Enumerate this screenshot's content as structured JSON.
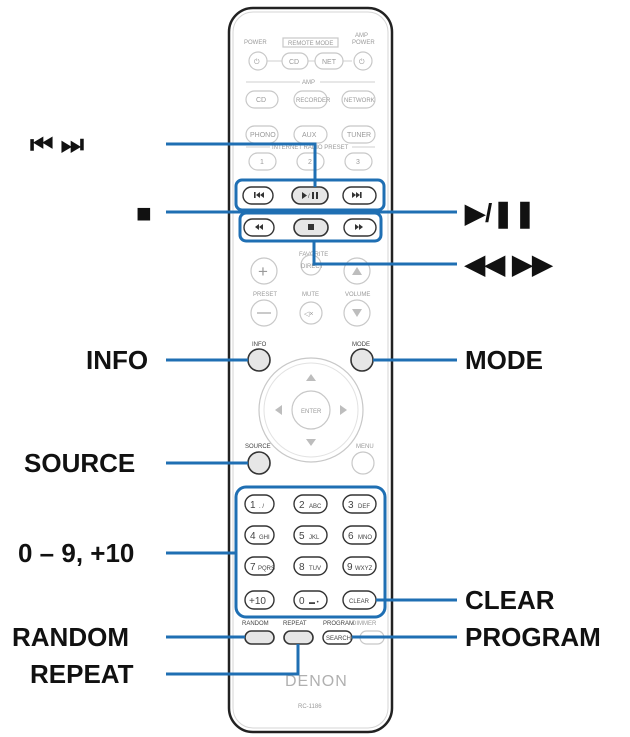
{
  "callouts": {
    "skip": "⏮ ⏭",
    "stop": "■",
    "playpause": "▶/❚❚",
    "search": "◀◀ ▶▶",
    "info": "INFO",
    "mode": "MODE",
    "source": "SOURCE",
    "numbers": "0 – 9, +10",
    "clear": "CLEAR",
    "program": "PROGRAM",
    "random": "RANDOM",
    "repeat": "REPEAT"
  },
  "remote": {
    "power": "POWER",
    "remote_mode": "REMOTE MODE",
    "amp_power_1": "AMP",
    "amp_power_2": "POWER",
    "cd_mode": "CD",
    "net_mode": "NET",
    "amp_section": "AMP",
    "cd": "CD",
    "recorder": "RECORDER",
    "network": "NETWORK",
    "phono": "PHONO",
    "aux": "AUX",
    "tuner": "TUNER",
    "internet_radio_preset": "INTERNET RADIO PRESET",
    "preset_1": "1",
    "preset_2": "2",
    "preset_3": "3",
    "favorite": "FAVORITE",
    "direct": "DIRECT",
    "preset": "PRESET",
    "mute": "MUTE",
    "volume": "VOLUME",
    "info": "INFO",
    "mode": "MODE",
    "enter": "ENTER",
    "source": "SOURCE",
    "menu": "MENU",
    "num": [
      {
        "d": "1",
        "l": ". /"
      },
      {
        "d": "2",
        "l": "ABC"
      },
      {
        "d": "3",
        "l": "DEF"
      },
      {
        "d": "4",
        "l": "GHI"
      },
      {
        "d": "5",
        "l": "JKL"
      },
      {
        "d": "6",
        "l": "MNO"
      },
      {
        "d": "7",
        "l": "PQRS"
      },
      {
        "d": "8",
        "l": "TUV"
      },
      {
        "d": "9",
        "l": "WXYZ"
      }
    ],
    "plus10": "+10",
    "zero": "0",
    "zero_sub": "▬ •",
    "clear": "CLEAR",
    "random": "RANDOM",
    "repeat": "REPEAT",
    "program": "PROGRAM",
    "dimmer": "DIMMER",
    "search": "SEARCH",
    "brand": "DENON",
    "model": "RC-1186"
  },
  "colors": {
    "callout_line": "#1f6fb3",
    "highlight_fill": "#e6e6e6"
  }
}
